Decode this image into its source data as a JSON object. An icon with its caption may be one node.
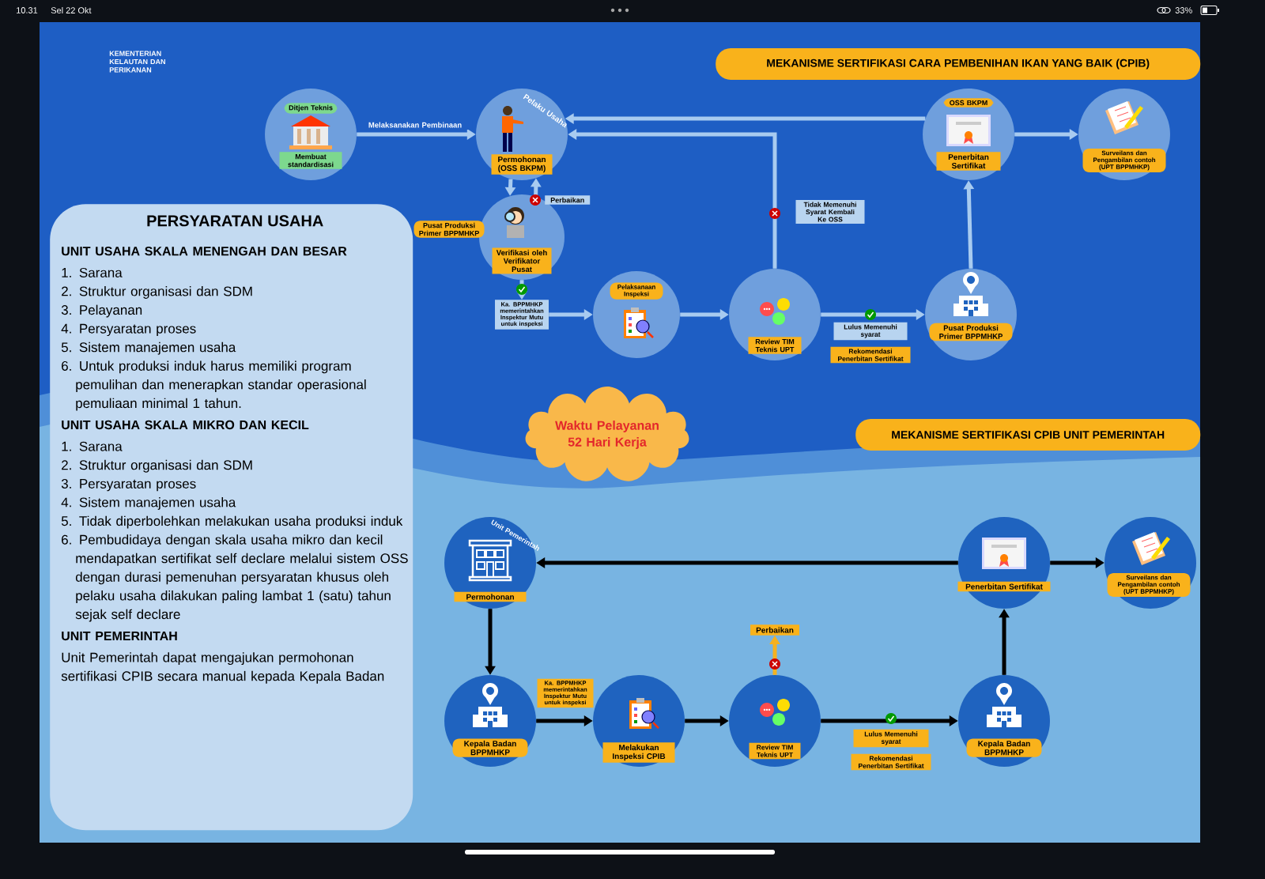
{
  "diagram": {
    "title": "MEKANISME SERTIFIKASI CARA PEMBENIHAN IKAN YANG BAIK (CPIB)",
    "nodes": [
      {
        "text": [
          "PERSYARATAN USAHA",
          "UNIT USAHA SKALA MENENGAH DAN BESAR",
          "1. Sarana",
          "2. Struktur organisasi dan SDM",
          "3. Pelayanan",
          "4. Persyaratan proses",
          "5. Sistem manajemen usaha",
          "6. Untuk produksi induk harus memiliki program pemulihan dan menerapkan standar operasional pemuliaan minimal 1 tahun.",
          "UNIT USAHA SKALA MIKRO DAN KECIL",
          "1. Sarana",
          "2. Struktur organisasi dan SDM",
          "3. Persyaratan proses",
          "4. Sistem manajemen usaha",
          "5. Tidak diperbolehkan melakukan usaha produksi induk",
          "6. Pembudidaya dengan skala usaha mikro dan kecil mendapatkan sertifikat self declare melalui sistem OSS dengan durasi pemenuhan persyaratan khusus oleh pelaku usaha dilakukan paling lambat 1 (satu) tahun sejak self declare",
          "UNIT PEMERINTAH",
          "Unit Pemerintah dapat mengajukan permohonan sertifikasi CPIB secara manual kepada Kepala Badan"
        ]
      },
      {
        "text": [
          "Ditjen Teknis",
          "Membuat standardisasi"
        ]
      },
      {
        "text": [
          "Pelaku Usaha",
          "Permohonan (OSS BKPM)"
        ]
      },
      {
        "text": [
          "Verifikasi oleh Verifikator Pusat"
        ],
        "beside": [
          "Pusat Produksi Primer BPPMHKP"
        ]
      },
      {
        "text": [
          "Ka. BPPMHKP memerintahkan Inspektur Mutu untuk inspeksi"
        ]
      },
      {
        "text": [
          "Pelaksanaan Inspeksi"
        ]
      },
      {
        "text": [
          "Review TIM Teknis UPT"
        ]
      },
      {
        "text": [
          "Pusat Produksi Primer BPPMHKP"
        ]
      },
      {
        "text": [
          "OSS BKPM",
          "Penerbitan Sertifikat"
        ]
      },
      {
        "text": [
          "Surveilans dan Pengambilan contoh (UPT BPPMHKP)"
        ]
      },
      {
        "text": [
          "Waktu Pelayanan 52 Hari Kerja"
        ]
      },
      {
        "text": [
          "Unit Pemerintah",
          "Permohonan"
        ]
      },
      {
        "text": [
          "Kepala Badan BPPMHKP"
        ]
      },
      {
        "text": [
          "Melakukan Inspeksi CPIB"
        ]
      },
      {
        "text": [
          "Review TIM Teknis UPT"
        ]
      },
      {
        "text": [
          "Perbaikan"
        ]
      },
      {
        "text": [
          "Kepala Badan BPPMHKP"
        ]
      },
      {
        "text": [
          "Penerbitan Sertifikat"
        ]
      },
      {
        "text": [
          "Surveilans dan Pengambilan contoh (UPT BPPMHKP)"
        ]
      }
    ],
    "edges": [
      {
        "from": 1,
        "to": 2,
        "arrow": "to",
        "label": "Melaksanakan Pembinaan"
      },
      {
        "from": 2,
        "to": 3,
        "arrow": "to"
      },
      {
        "from": 3,
        "to": 2,
        "arrow": "to",
        "label": "Perbaikan"
      },
      {
        "from": 3,
        "to": 4,
        "arrow": "to"
      },
      {
        "from": 4,
        "to": 5,
        "arrow": "to"
      },
      {
        "from": 5,
        "to": 6,
        "arrow": "to"
      },
      {
        "from": 6,
        "to": 2,
        "arrow": "to",
        "label": "Tidak Memenuhi Syarat Kembali Ke OSS"
      },
      {
        "from": 6,
        "to": 7,
        "arrow": "to",
        "label": "Lulus Memenuhi syarat"
      },
      {
        "from": 7,
        "to": 8,
        "arrow": "to"
      },
      {
        "from": 8,
        "to": 2,
        "arrow": "to"
      },
      {
        "from": 8,
        "to": 9,
        "arrow": "to"
      },
      {
        "from": 11,
        "to": 12,
        "arrow": "to",
        "color": "#000000"
      },
      {
        "from": 12,
        "to": 13,
        "arrow": "to",
        "color": "#000000",
        "label": "Ka. BPPMHKP memerintahkan Inspektur Mutu untuk inspeksi"
      },
      {
        "from": 13,
        "to": 14,
        "arrow": "to",
        "color": "#000000"
      },
      {
        "from": 14,
        "to": 15,
        "arrow": "to",
        "color": "#f5b120"
      },
      {
        "from": 14,
        "to": 16,
        "arrow": "to",
        "color": "#000000",
        "label": "Lulus Memenuhi syarat"
      },
      {
        "from": 16,
        "to": 17,
        "arrow": "to",
        "color": "#000000"
      },
      {
        "from": 17,
        "to": 11,
        "arrow": "to",
        "color": "#000000"
      },
      {
        "from": 17,
        "to": 18,
        "arrow": "to",
        "color": "#000000"
      }
    ],
    "labels": [
      "10.31",
      "Sel 22 Okt",
      "33%",
      "KEMENTERIAN KELAUTAN DAN PERIKANAN",
      "MEKANISME SERTIFIKASI CPIB UNIT PEMERINTAH",
      "Rekomendasi Penerbitan Sertifikat",
      "Rekomendasi Penerbitan Sertifikat"
    ]
  }
}
